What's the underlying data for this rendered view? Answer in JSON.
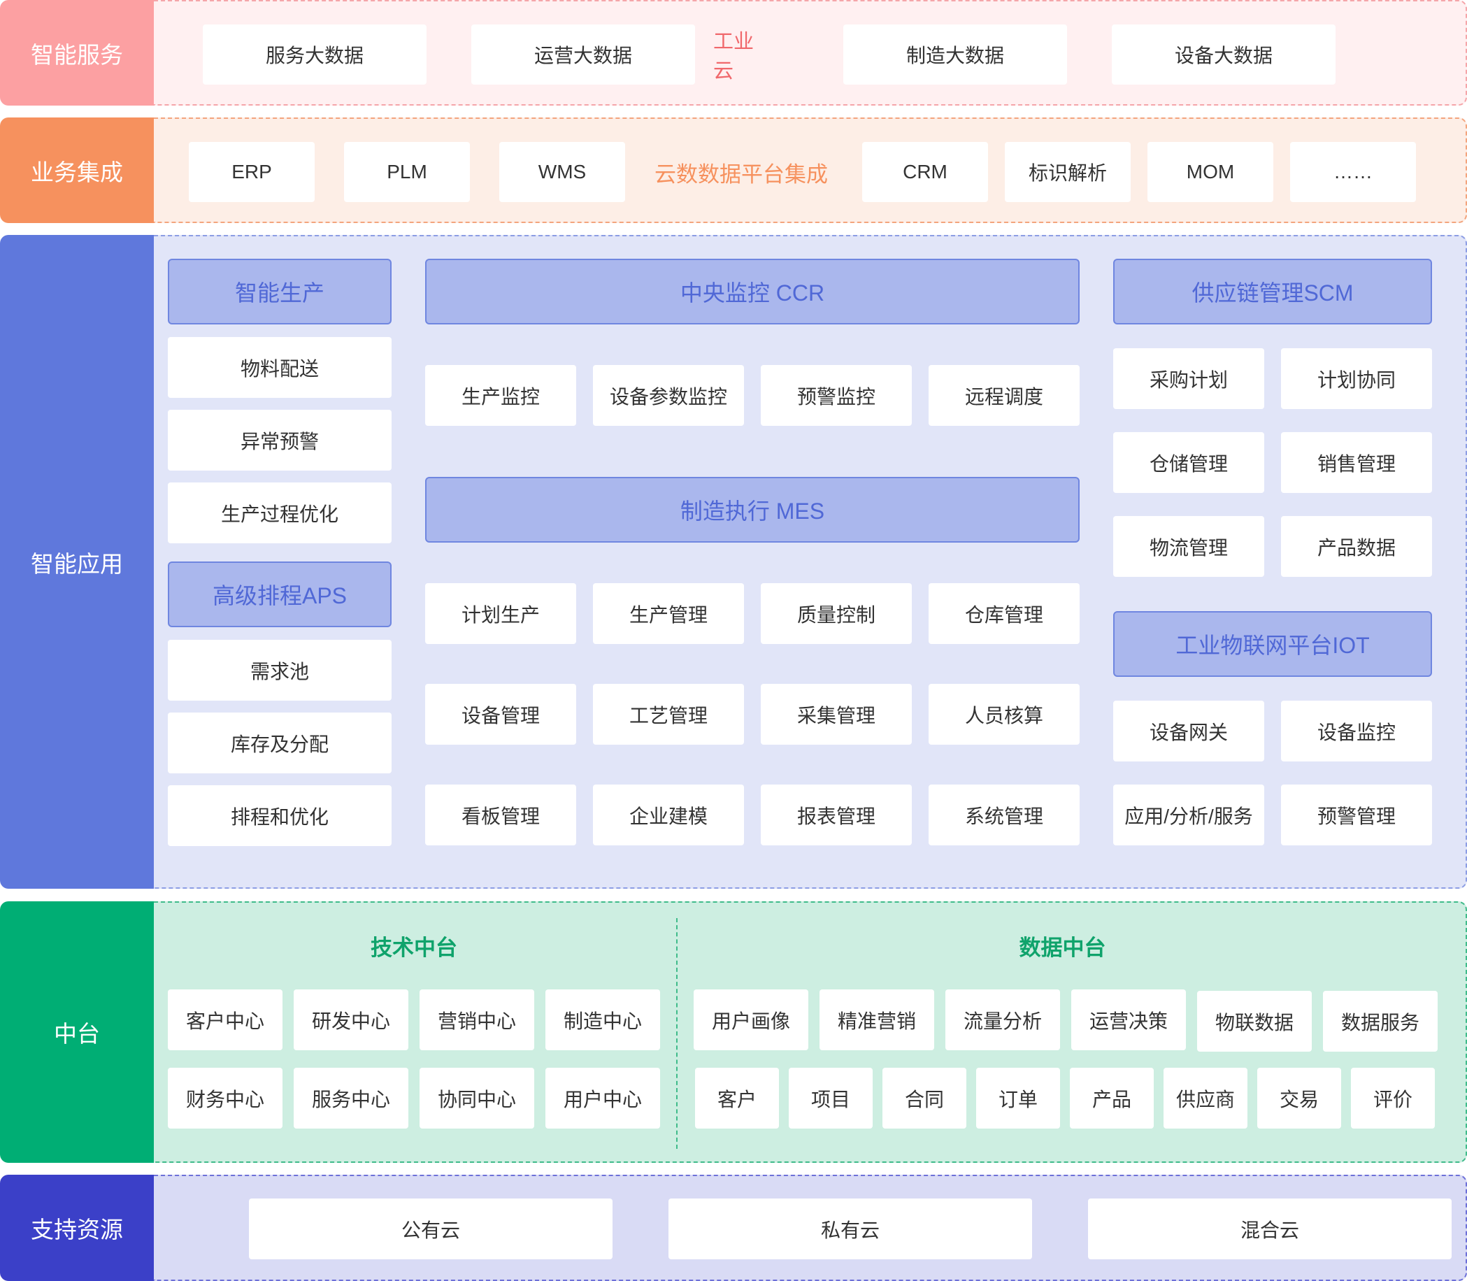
{
  "rows": {
    "service": {
      "label": "智能服务",
      "center": "工业云",
      "items": [
        "服务大数据",
        "运营大数据",
        "制造大数据",
        "设备大数据"
      ]
    },
    "integration": {
      "label": "业务集成",
      "center": "云数数据平台集成",
      "items": [
        "ERP",
        "PLM",
        "WMS",
        "CRM",
        "标识解析",
        "MOM",
        "……"
      ]
    },
    "application": {
      "label": "智能应用",
      "left": {
        "header1": "智能生产",
        "items1": [
          "物料配送",
          "异常预警",
          "生产过程优化"
        ],
        "header2": "高级排程APS",
        "items2": [
          "需求池",
          "库存及分配",
          "排程和优化"
        ]
      },
      "middle": {
        "header1": "中央监控 CCR",
        "items1": [
          "生产监控",
          "设备参数监控",
          "预警监控",
          "远程调度"
        ],
        "header2": "制造执行 MES",
        "items2": [
          "计划生产",
          "生产管理",
          "质量控制",
          "仓库管理",
          "设备管理",
          "工艺管理",
          "采集管理",
          "人员核算",
          "看板管理",
          "企业建模",
          "报表管理",
          "系统管理"
        ]
      },
      "right": {
        "header1": "供应链管理SCM",
        "items1": [
          "采购计划",
          "计划协同",
          "仓储管理",
          "销售管理",
          "物流管理",
          "产品数据"
        ],
        "header2": "工业物联网平台IOT",
        "items2": [
          "设备网关",
          "设备监控",
          "应用/分析/服务",
          "预警管理"
        ]
      }
    },
    "middleplatform": {
      "label": "中台",
      "tech": {
        "title": "技术中台",
        "items": [
          "客户中心",
          "研发中心",
          "营销中心",
          "制造中心",
          "财务中心",
          "服务中心",
          "协同中心",
          "用户中心"
        ]
      },
      "data": {
        "title": "数据中台",
        "items_top": [
          "用户画像",
          "精准营销",
          "流量分析",
          "运营决策",
          "物联数据",
          "数据服务"
        ],
        "items_bottom": [
          "客户",
          "项目",
          "合同",
          "订单",
          "产品",
          "供应商",
          "交易",
          "评价"
        ]
      }
    },
    "support": {
      "label": "支持资源",
      "items": [
        "公有云",
        "私有云",
        "混合云"
      ]
    }
  },
  "colors": {
    "service": "#fca0a2",
    "integration": "#f6915e",
    "application": "#5f78dc",
    "middleplatform": "#00ae74",
    "support": "#3b40c8"
  }
}
